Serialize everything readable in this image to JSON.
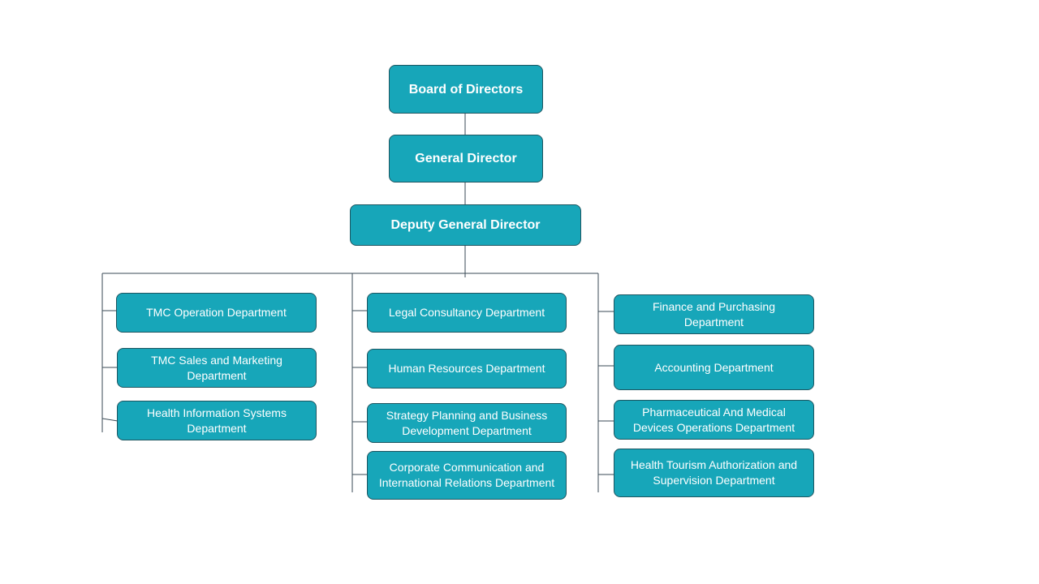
{
  "colors": {
    "box_fill": "#17a6b9",
    "box_border": "#1d5560",
    "text": "#ffffff",
    "line": "#3a4a55"
  },
  "top": {
    "board": "Board of Directors",
    "general_director": "General Director",
    "deputy_general_director": "Deputy General Director"
  },
  "columns": [
    {
      "departments": [
        "TMC Operation Department",
        "TMC Sales and Marketing Department",
        "Health Information Systems Department"
      ]
    },
    {
      "departments": [
        "Legal Consultancy Department",
        "Human Resources Department",
        "Strategy Planning and Business Development Department",
        "Corporate Communication and International Relations Department"
      ]
    },
    {
      "departments": [
        "Finance and Purchasing Department",
        "Accounting Department",
        "Pharmaceutical And Medical Devices Operations Department",
        "Health Tourism Authorization and Supervision Department"
      ]
    }
  ]
}
